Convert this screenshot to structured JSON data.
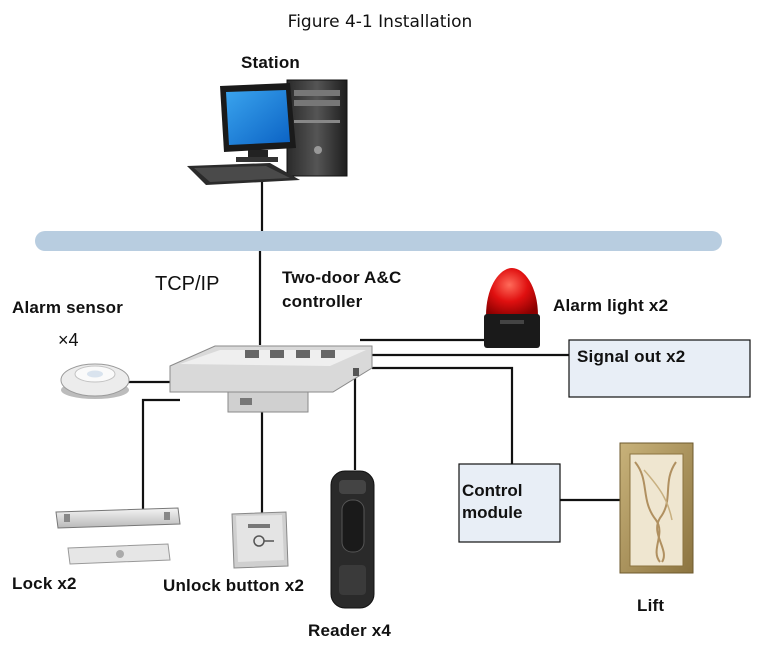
{
  "title": "Figure 4-1 Installation",
  "network_label": "TCP/IP",
  "devices": {
    "station": "Station",
    "controller": "Two-door A&C controller",
    "controller_line1": "Two-door A&C",
    "controller_line2": "controller",
    "alarm_sensor": "Alarm sensor",
    "alarm_sensor_count": "×4",
    "alarm_light": "Alarm light x2",
    "signal_out": "Signal out x2",
    "control_module_line1": "Control",
    "control_module_line2": "module",
    "lift": "Lift",
    "lock": "Lock x2",
    "unlock_button": "Unlock button x2",
    "reader": "Reader x4"
  },
  "colors": {
    "network_bus": "#b8cde0",
    "box_fill": "#e8eef6",
    "wire": "#111111",
    "alarm_light": "#e01010"
  }
}
